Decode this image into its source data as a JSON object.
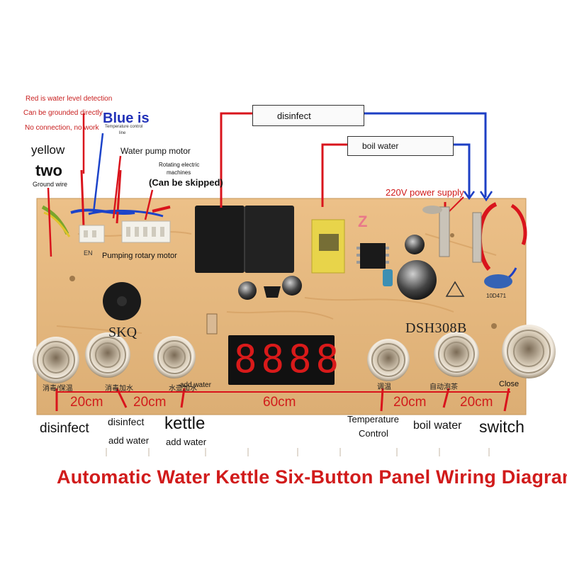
{
  "notes": {
    "red_line1": "Red is water level detection",
    "red_line2": "Can be grounded directly",
    "red_line3": "No connection, no work",
    "blue_is": "Blue is",
    "blue_small1": "Temperature control",
    "blue_small2": "line",
    "yellow": "yellow",
    "two": "two",
    "ground_wire": "Ground wire",
    "water_pump_motor": "Water pump motor",
    "rotating1": "Rotating electric",
    "rotating2": "machines",
    "can_be_skipped": "(Can be skipped)",
    "pumping_rotary_motor": "Pumping rotary motor",
    "power_supply": "220V power supply",
    "en": "EN"
  },
  "boxes": {
    "disinfect": "disinfect",
    "boil_water": "boil water"
  },
  "board": {
    "brand": "SKQ",
    "model": "DSH308B",
    "varistor": "10D471",
    "display_digits": "8888",
    "button_labels": [
      "消毒/保温",
      "消毒加水",
      "水壶加水",
      "调温",
      "自动泡茶"
    ],
    "add_water": "add water",
    "close": "Close"
  },
  "distances": {
    "d1": "20cm",
    "d2": "20cm",
    "d3": "60cm",
    "d4": "20cm",
    "d5": "20cm"
  },
  "bottom_labels": {
    "disinfect": "disinfect",
    "disinfect_add1": "disinfect",
    "disinfect_add2": "add water",
    "kettle1": "kettle",
    "kettle2": "add water",
    "temp1": "Temperature",
    "temp2": "Control",
    "boil_water": "boil water",
    "switch": "switch"
  },
  "title": "Automatic Water Kettle Six-Button Panel Wiring Diagram",
  "colors": {
    "pcb": "#e4b57a",
    "wire_red": "#d9141c",
    "wire_blue": "#1d3fc4",
    "title": "#d11b1b"
  }
}
